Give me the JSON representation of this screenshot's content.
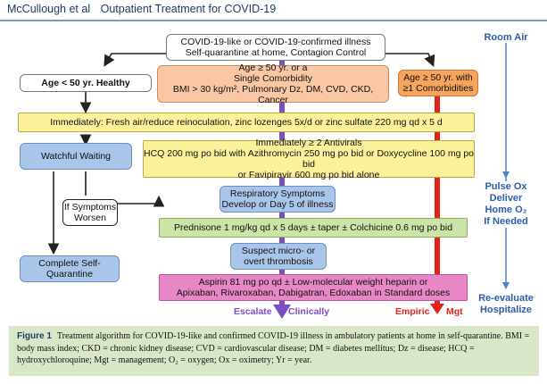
{
  "header": {
    "authors": "McCullough et al",
    "title": "Outpatient Treatment for COVID-19"
  },
  "colors": {
    "purple_arrow": "#7a4fc0",
    "red_arrow": "#e2231a",
    "right_text": "#2c5ea8"
  },
  "boxes": {
    "top": [
      "COVID-19-like or COVID-19-confirmed illness",
      "Self-quarantine at home, Contagion Control"
    ],
    "age_under_50": "Age < 50 yr. Healthy",
    "age_50_single": [
      "Age ≥ 50 yr. or a",
      "Single Comorbidity",
      "BMI > 30 kg/m², Pulmonary Dz, DM, CVD, CKD, Cancer"
    ],
    "age_50_multi": [
      "Age ≥ 50 yr. with",
      "≥1 Comorbidities"
    ],
    "immediately_fresh_air": "Immediately:  Fresh air/reduce reinoculation, zinc lozenges 5x/d or zinc sulfate 220 mg qd x 5 d",
    "watchful_waiting": "Watchful Waiting",
    "antivirals": [
      "Immediately ≥ 2 Antivirals",
      "HCQ 200 mg po bid with Azithromycin 250 mg po bid or Doxycycline 100 mg po bid",
      "or Favipiravir 600 mg po bid alone"
    ],
    "if_symptoms_worsen": [
      "If Symptoms",
      "Worsen"
    ],
    "respiratory_symptoms": [
      "Respiratory Symptoms",
      "Develop or Day 5 of illness"
    ],
    "prednisone": "Prednisone 1 mg/kg qd x 5 days ± taper ± Colchicine 0.6 mg po bid",
    "complete_self_quarantine": [
      "Complete Self-",
      "Quarantine"
    ],
    "suspect_thrombosis": [
      "Suspect micro- or",
      "overt thrombosis"
    ],
    "aspirin": [
      "Aspirin 81 mg po qd ± Low-molecular weight heparin or",
      "Apixaban, Rivaroxaban, Dabigatran, Edoxaban in Standard doses"
    ]
  },
  "right_column": {
    "room_air": "Room Air",
    "pulse_ox": [
      "Pulse Ox",
      "Deliver",
      "Home O₂",
      "If Needed"
    ],
    "reevaluate": [
      "Re-evaluate",
      "Hospitalize"
    ]
  },
  "bottom_labels": {
    "escalate": "Escalate",
    "clinically": "Clinically",
    "empiric": "Empiric",
    "mgt": "Mgt"
  },
  "caption": {
    "figure": "Figure 1",
    "text": "Treatment algorithm for COVID-19-like and confirmed COVID-19 illness in ambulatory patients at home in self-quarantine. BMI = body mass index; CKD = chronic kidney disease; CVD = cardiovascular disease; DM = diabetes mellitus; Dz = disease; HCQ = hydroxychloroquine; Mgt = management; O₂ = oxygen; Ox = oximetry; Yr = year."
  }
}
